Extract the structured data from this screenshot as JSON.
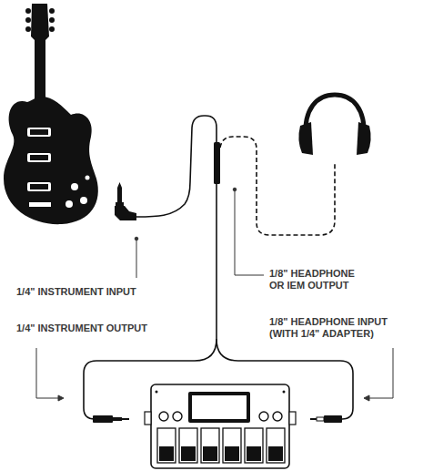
{
  "diagram": {
    "labels": [
      "1/4\" INSTRUMENT INPUT",
      "1/8\" HEADPHONE OR IEM OUTPUT",
      "1/4\" INSTRUMENT OUTPUT",
      "1/8\" HEADPHONE INPUT (WITH 1/4\" ADAPTER)"
    ]
  }
}
